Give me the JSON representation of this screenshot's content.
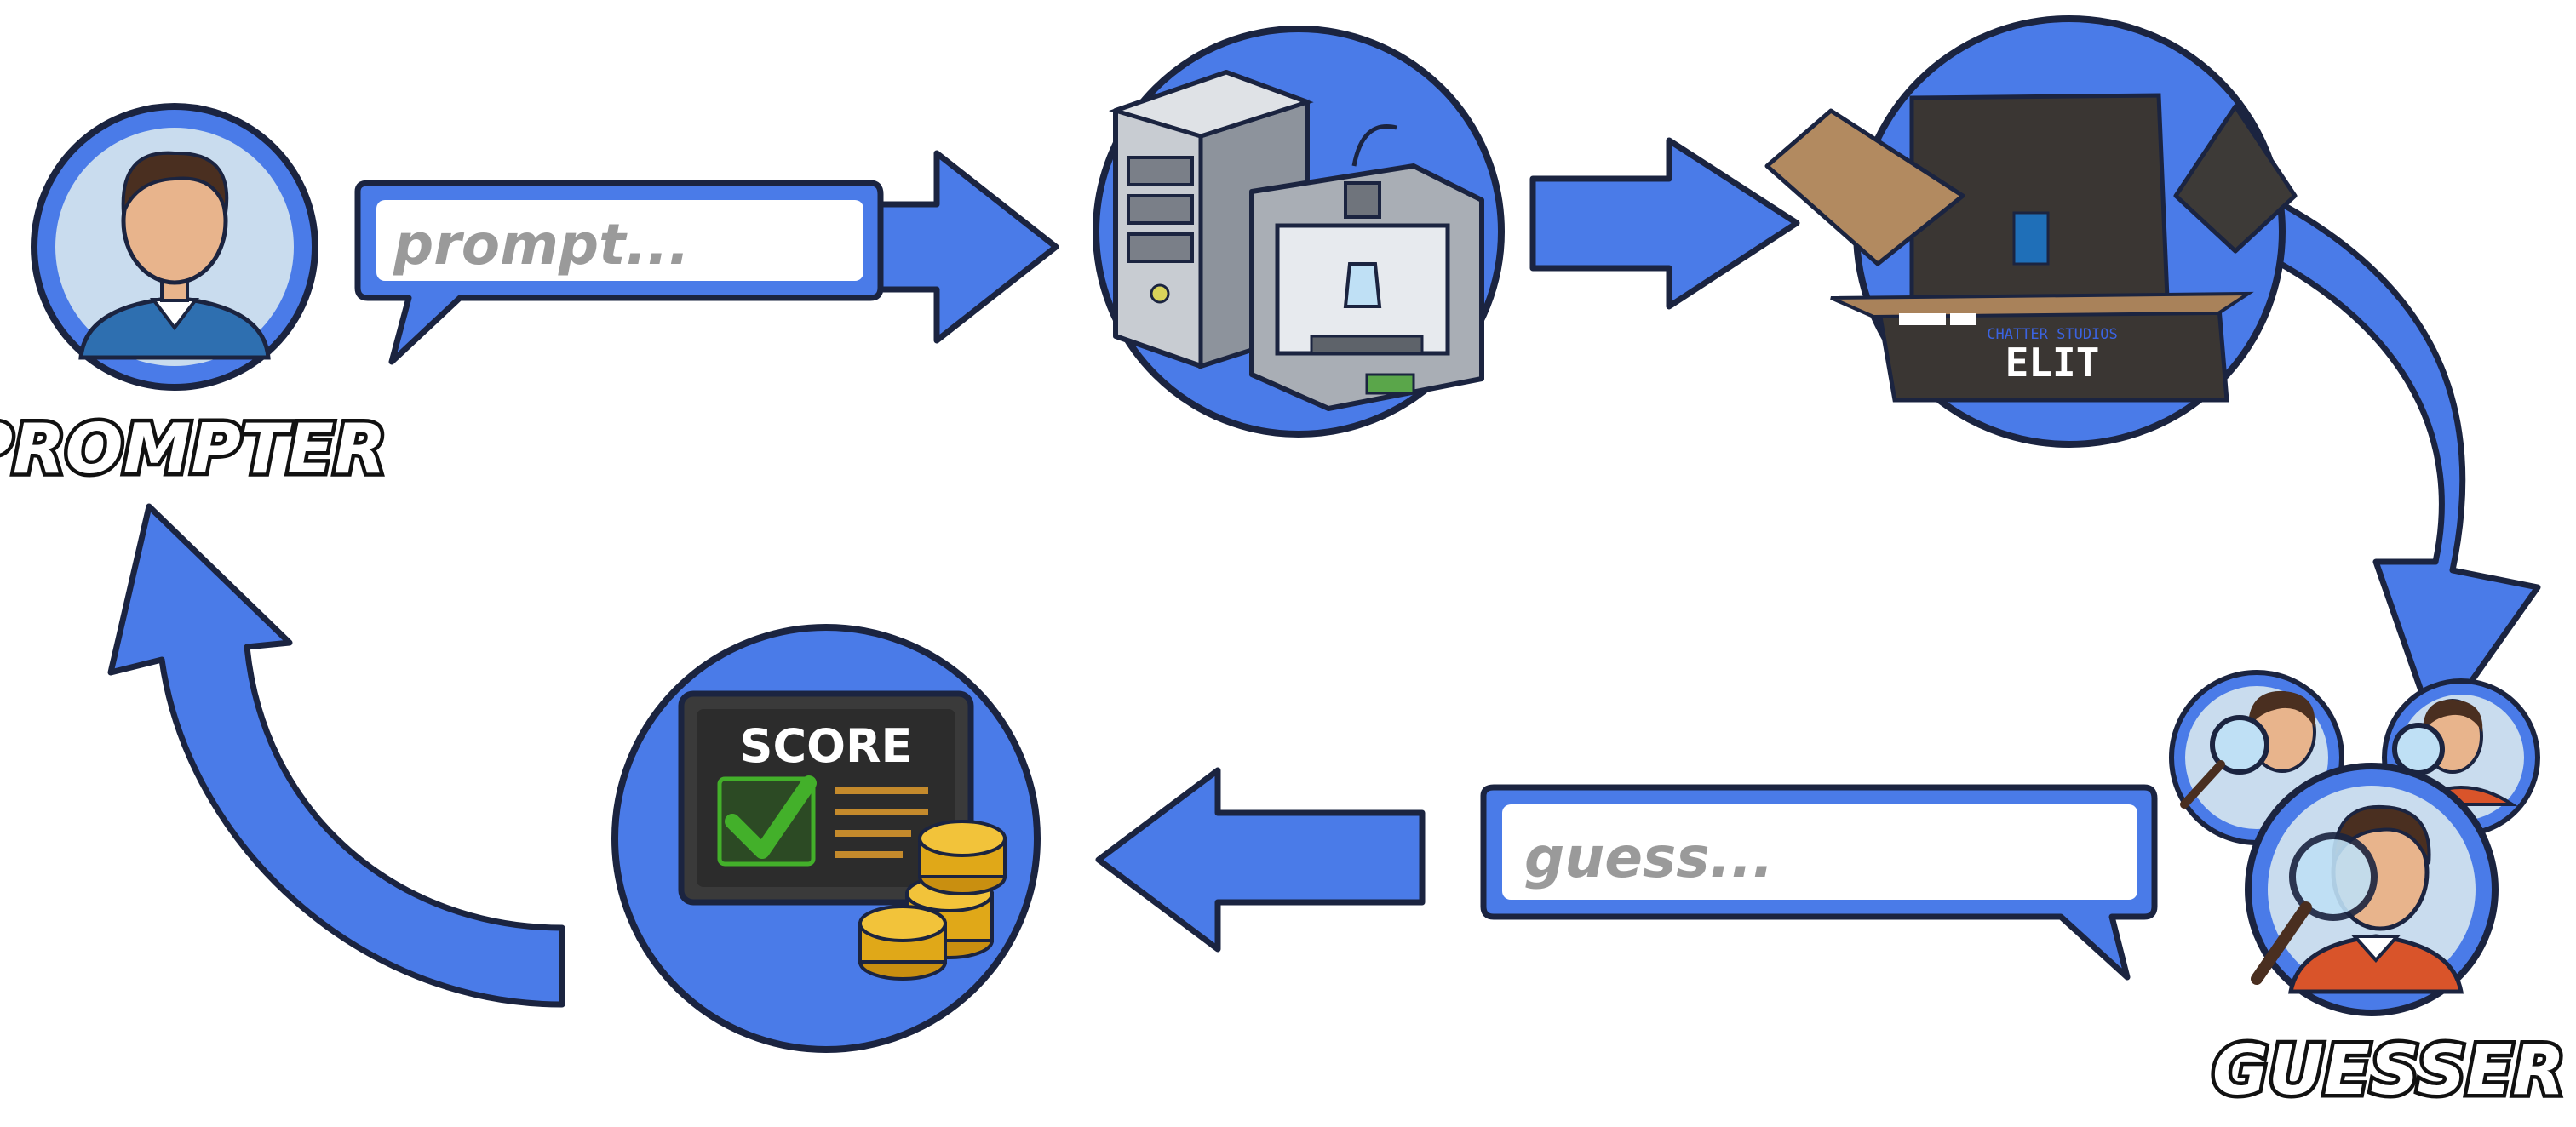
{
  "colors": {
    "accent_blue": "#4a7be8",
    "outline": "#1b2440",
    "bubble_text": "#9a9a9a",
    "score_check": "#43b02a",
    "coin": "#e0a818",
    "skin": "#e8b48c",
    "hair": "#4a2f20",
    "prompter_shirt": "#2e6fb0",
    "guesser_shirt": "#d9542a"
  },
  "nodes": {
    "prompter": {
      "label": "PROMPTER",
      "icon": "person-avatar-icon"
    },
    "generator": {
      "icon": "server-and-3d-printer-icon"
    },
    "box": {
      "brand_small": "CHATTER STUDIOS",
      "brand_big": "ELIT",
      "icon": "open-cardboard-box-icon"
    },
    "guessers": {
      "label": "GUESSER",
      "icon": "magnifying-glass-person-icon"
    },
    "score": {
      "title": "SCORE",
      "icon": "scoreboard-with-coins-icon"
    }
  },
  "bubbles": {
    "prompt": "prompt...",
    "guess": "guess..."
  },
  "arrows": [
    "prompt-to-generator",
    "generator-to-box",
    "box-to-guesser",
    "guess-to-score",
    "score-to-prompter"
  ]
}
